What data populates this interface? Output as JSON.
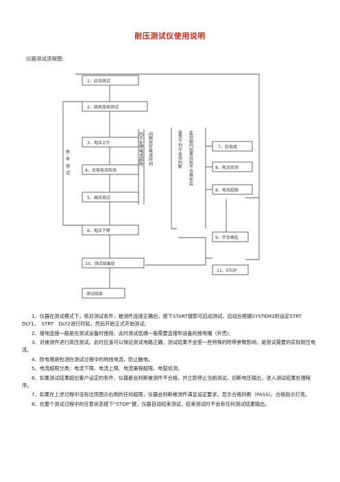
{
  "title": "耐压测试仪使用说明",
  "intro": "仪器测试流程图:",
  "flowchart": {
    "n1": "1、启动测试",
    "n2": "2、接地连续测试",
    "n3": "3、电压上升",
    "n4": "4、充电电流检测",
    "n5": "5、高压测试",
    "n6": "6、电压下降",
    "n7": "7、驻电墙",
    "n8": "8、电流侦测",
    "n9": "8、电流超限",
    "n10": "9、不合格处",
    "n11": "10、测试结果处",
    "n12": "11、STOP",
    "n13": "测试结束",
    "side": "参考测试",
    "col1": "内不处理电流超限",
    "col2": "间隔充在电流时间",
    "col3": "是发下列不会场判断",
    "col4": "此范围内如果出现不合格处会"
  },
  "steps": [
    "1、仪器在测试模式下，核对测试条件，被测件连接正确后，按下START键即可启动测试，启动后根据SYSTEM2的设定STRT　DLY1，　STRT　DLY2进行时延，然后开始正式开始测试;",
    "2、接地连接一般是在测试设备时使用，此时测试低端一般需要连接到设备的接地端（外壳);",
    "3、对被测件进行高压测试。此时应该可以保证测试电路正确，测试结果不会受一些特殊的附带参数影响，是测试需要的实际耐压电流。",
    "4、防电墙是检测在测试过程中的地线电流，防止触电。",
    "5、电流超限分类：电流下限、电流上限、电流量程超限、电弧侦测。",
    "6、如果测试结果超出客户设定的条件，仪器都会判断被测件不合格，并立即停止当前测试，切断电压输出，进入测试结果处理程序。",
    "7、如果在上述过程中没有出现图示右侧的任何超限，仪器会判断被测件满足设定要求，显示合格判断（PASS)，合格指示灯亮。",
    "8、在整个测试过程中的任意状态按下“STOP”键，仪器自动结束测试，结束测试时不会有任何测试结果输出。"
  ]
}
